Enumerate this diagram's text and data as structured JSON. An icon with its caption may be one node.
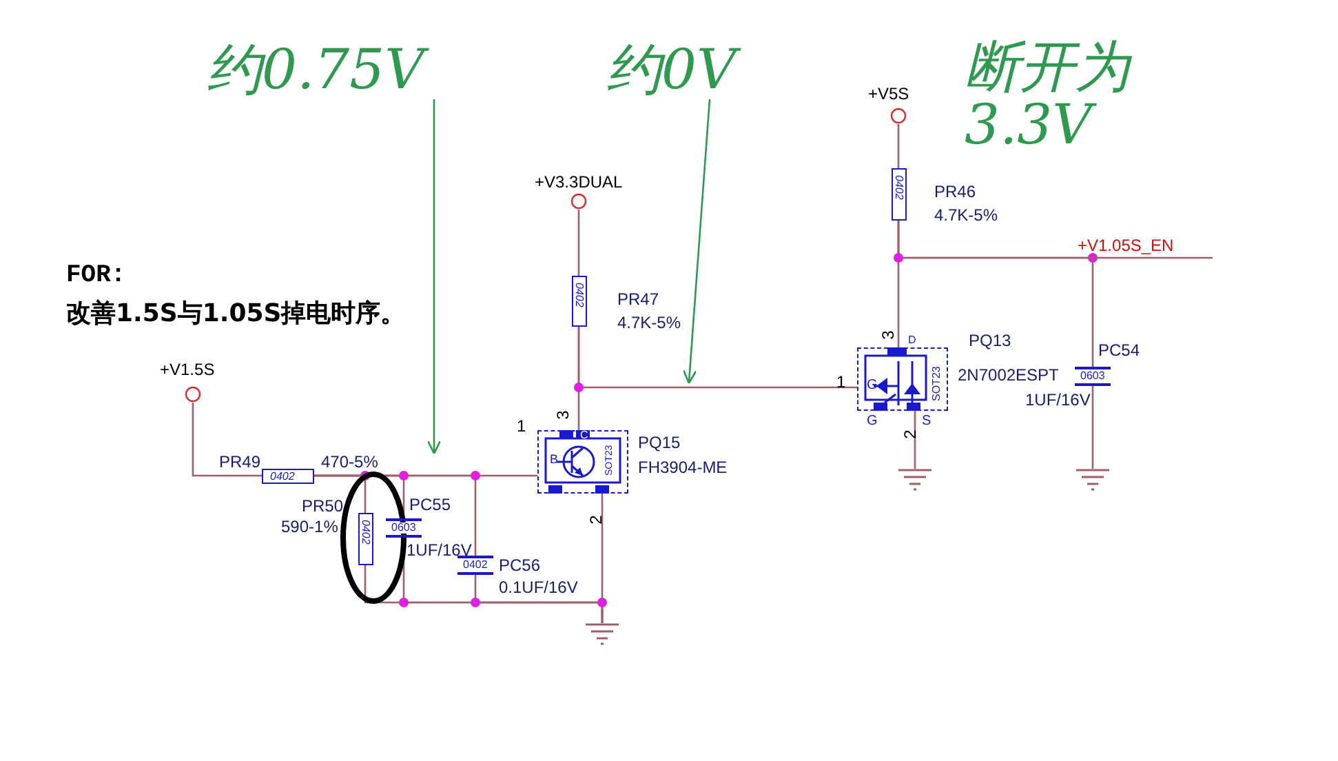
{
  "diagram": {
    "nodes": [
      {
        "text": [
          "约0.75V"
        ]
      },
      {
        "text": [
          "约0V"
        ]
      },
      {
        "text": [
          "断开为3.3V"
        ]
      },
      {
        "text": [
          "+V5S"
        ]
      },
      {
        "text": [
          "PR46",
          "4.7K-5%",
          "0402"
        ]
      },
      {
        "text": [
          "+V3.3DUAL"
        ]
      },
      {
        "text": [
          "+V1.05S_EN"
        ]
      },
      {
        "text": [
          "PR47",
          "4.7K-5%",
          "0402"
        ]
      },
      {
        "text": [
          "+V1.5S"
        ]
      },
      {
        "text": [
          "PQ13",
          "2N7002ESPT",
          "G",
          "D",
          "SOT23",
          "G",
          "S"
        ],
        "beside": [
          "3",
          "1",
          "2"
        ]
      },
      {
        "text": [
          "PC54",
          "0603",
          "1UF/16V"
        ]
      },
      {
        "text": [
          "PR49",
          "0402",
          "470-5%"
        ]
      },
      {
        "text": [
          "PQ15",
          "FH3904-ME",
          "B",
          "C",
          "SOT23"
        ],
        "beside": [
          "3",
          "1",
          "2"
        ]
      },
      {
        "text": [
          "PR50",
          "590-1%",
          "0402"
        ]
      },
      {
        "text": [
          "PC55",
          "0603",
          "1UF/16V"
        ]
      },
      {
        "text": [
          "0402",
          "PC56",
          "0.1UF/16V"
        ]
      },
      {
        "text": [],
        "shape": "ground"
      },
      {
        "text": [],
        "shape": "ground"
      },
      {
        "text": [],
        "shape": "ground"
      }
    ],
    "edges": [
      {
        "from": 0,
        "to": null,
        "arrow": "to",
        "color": "#2f9a4f"
      },
      {
        "from": 1,
        "to": null,
        "arrow": "to",
        "color": "#2f9a4f"
      },
      {
        "from": 8,
        "to": 11,
        "arrow": "none"
      },
      {
        "from": 11,
        "to": 13,
        "arrow": "none"
      },
      {
        "from": 11,
        "to": 14,
        "arrow": "none"
      },
      {
        "from": 11,
        "to": 15,
        "arrow": "none"
      },
      {
        "from": 11,
        "to": 12,
        "arrow": "none"
      },
      {
        "from": 13,
        "to": 18,
        "arrow": "none"
      },
      {
        "from": 14,
        "to": 18,
        "arrow": "none"
      },
      {
        "from": 15,
        "to": 18,
        "arrow": "none"
      },
      {
        "from": 12,
        "to": 18,
        "arrow": "none"
      },
      {
        "from": 5,
        "to": 7,
        "arrow": "none"
      },
      {
        "from": 7,
        "to": 12,
        "arrow": "none"
      },
      {
        "from": 7,
        "to": 9,
        "arrow": "none"
      },
      {
        "from": 3,
        "to": 4,
        "arrow": "none"
      },
      {
        "from": 4,
        "to": 9,
        "arrow": "none"
      },
      {
        "from": 4,
        "to": 6,
        "arrow": "none"
      },
      {
        "from": 4,
        "to": 10,
        "arrow": "none"
      },
      {
        "from": 9,
        "to": 16,
        "arrow": "none"
      },
      {
        "from": 10,
        "to": 17,
        "arrow": "none"
      }
    ],
    "labels": [
      "FOR:",
      "改善1.5S与1.05S掉电时序。"
    ]
  }
}
